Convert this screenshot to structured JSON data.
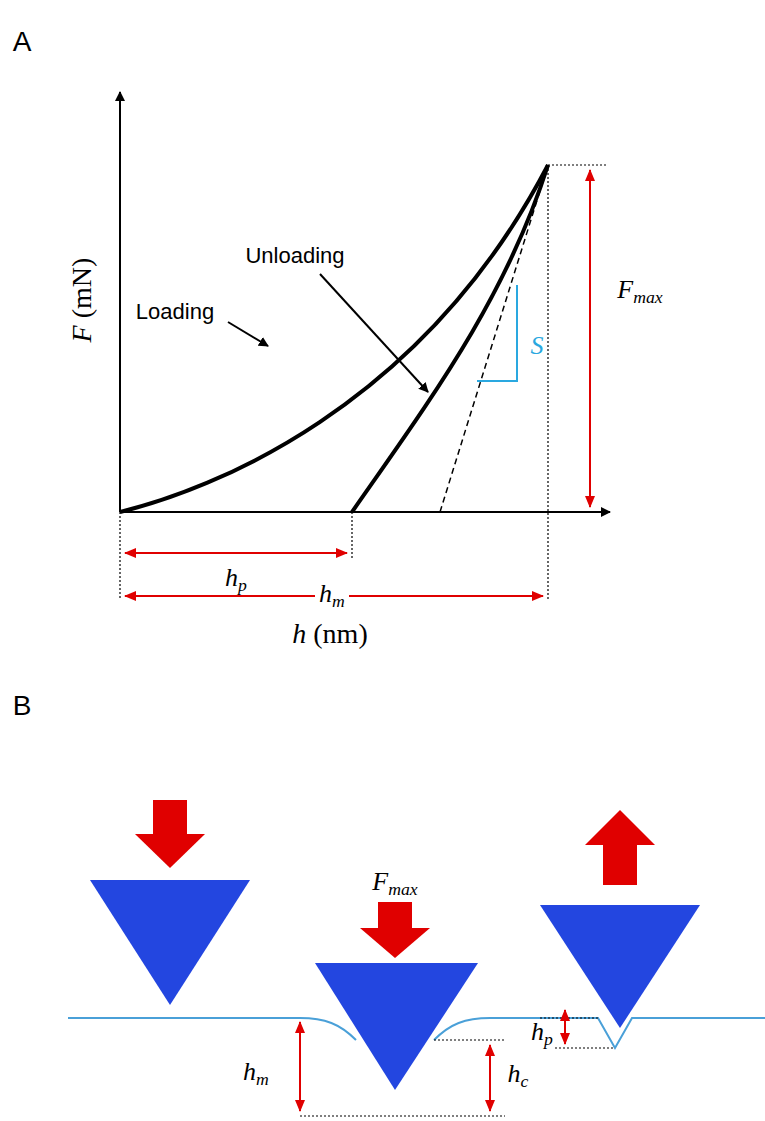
{
  "diagram": {
    "labels": [
      "A",
      "F (mN)",
      "Loading",
      "Unloading",
      "S",
      "Fmax",
      "hp",
      "hm",
      "h (nm)",
      "B",
      "Fmax",
      "hm",
      "hc",
      "hp"
    ]
  }
}
